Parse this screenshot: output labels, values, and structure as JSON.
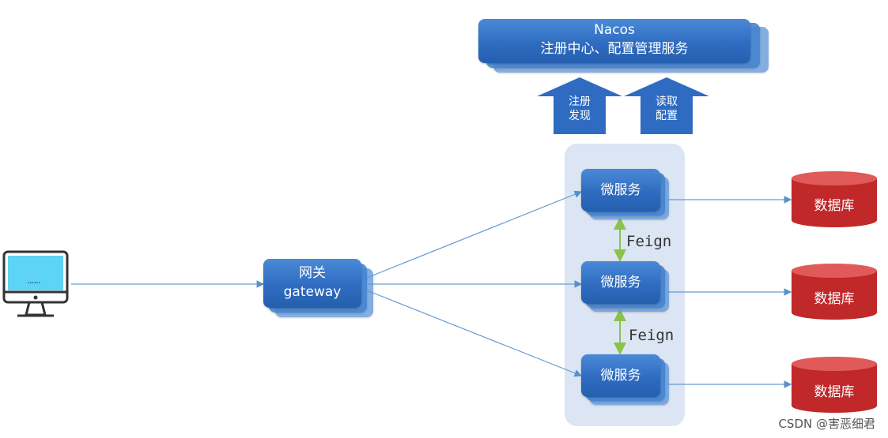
{
  "nacos": {
    "title": "Nacos",
    "subtitle": "注册中心、配置管理服务"
  },
  "up_arrows": [
    {
      "label": "注册\n发现"
    },
    {
      "label": "读取\n配置"
    }
  ],
  "client": {
    "screen_text": "......"
  },
  "gateway": {
    "line1": "网关",
    "line2": "gateway"
  },
  "services": [
    {
      "label": "微服务"
    },
    {
      "label": "微服务"
    },
    {
      "label": "微服务"
    }
  ],
  "feign_labels": [
    "Feign",
    "Feign"
  ],
  "databases": [
    {
      "label": "数据库"
    },
    {
      "label": "数据库"
    },
    {
      "label": "数据库"
    }
  ],
  "colors": {
    "card_blue": "#2f6cc1",
    "group_bg": "#dbe5f3",
    "db_red": "#c62828",
    "feign_arrow": "#8bc34a",
    "connector": "#6a9bd1"
  },
  "watermark": "CSDN @害恶细君"
}
